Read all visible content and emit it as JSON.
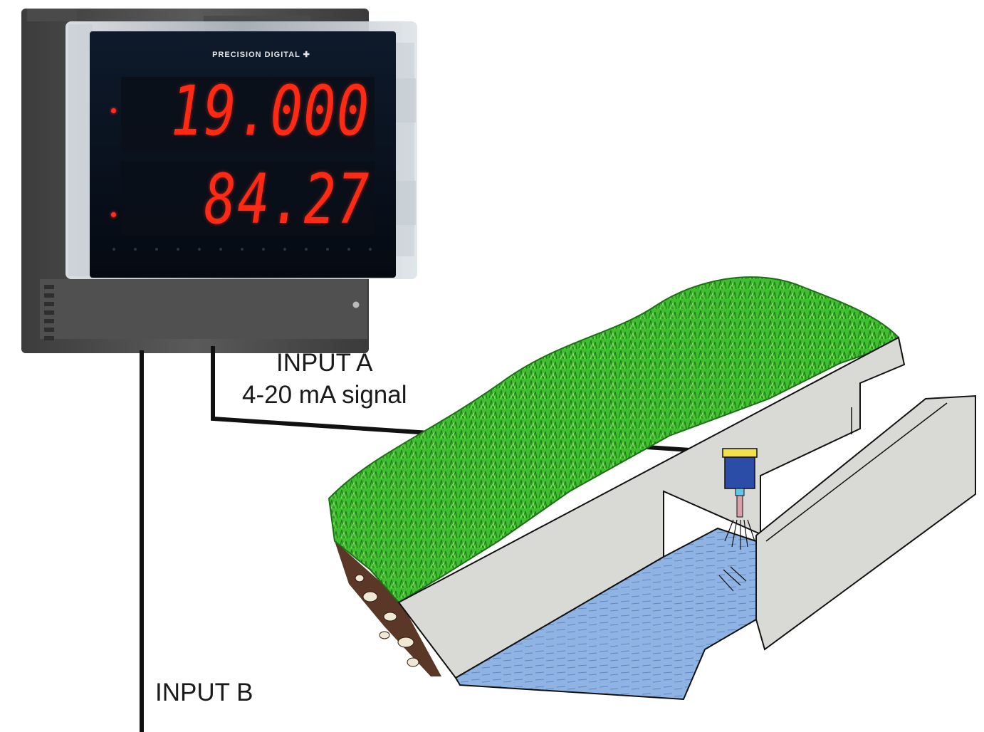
{
  "meter": {
    "brand": "PRECISION DIGITAL ✚",
    "display_a": "19.000",
    "display_b": "84.27"
  },
  "labels": {
    "input_a_title": "INPUT A",
    "input_a_signal": "4-20 mA signal",
    "input_b": "INPUT B"
  },
  "colors": {
    "display_digits": "#ff2a14",
    "grass": "#3fbf2f",
    "water": "#8fb4e3",
    "concrete": "#d9d9d6",
    "soil": "#5a3726",
    "transmitter": "#2b4da8",
    "transmitter_cap": "#f2e14a",
    "wire": "#111111"
  },
  "icons": [
    "panel-meter-icon",
    "level-transmitter-icon",
    "channel-icon",
    "grass-icon"
  ]
}
